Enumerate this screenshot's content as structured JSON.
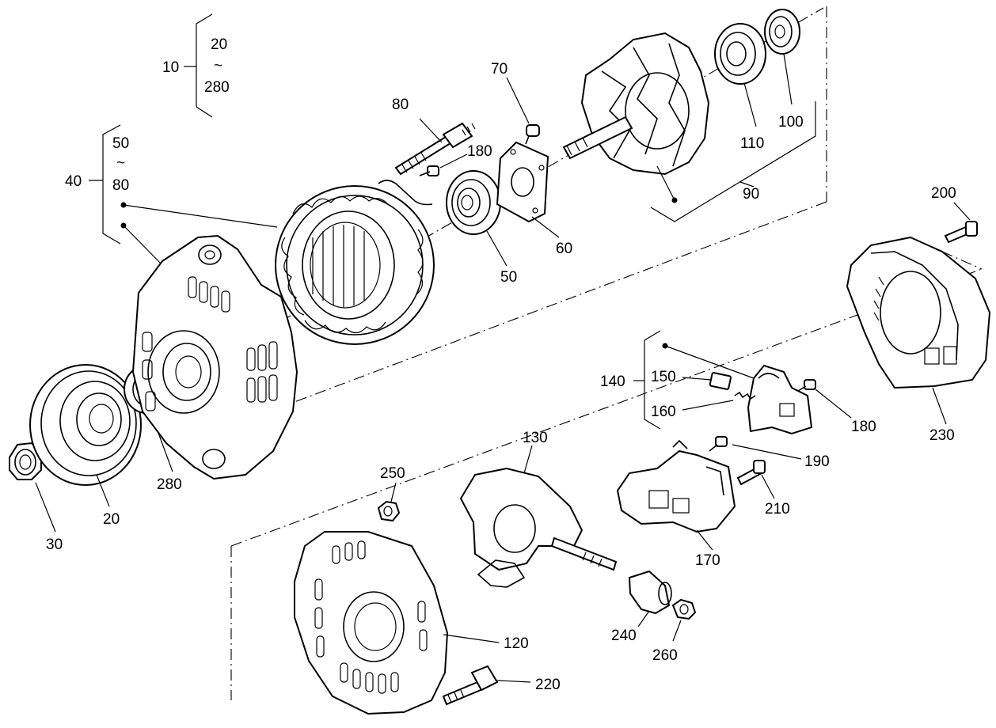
{
  "diagram": {
    "groups": {
      "g10": {
        "ref": "10",
        "from": "20",
        "tilde": "~",
        "to": "280"
      },
      "g40": {
        "ref": "40",
        "from": "50",
        "tilde": "~",
        "to": "80"
      },
      "g140": {
        "ref": "140"
      }
    },
    "callouts": {
      "c20": "20",
      "c30": "30",
      "c50": "50",
      "c60": "60",
      "c70": "70",
      "c80": "80",
      "c90": "90",
      "c100": "100",
      "c110": "110",
      "c120": "120",
      "c130": "130",
      "c150": "150",
      "c160": "160",
      "c170": "170",
      "c180a": "180",
      "c180b": "180",
      "c190": "190",
      "c200": "200",
      "c210": "210",
      "c220": "220",
      "c230": "230",
      "c240": "240",
      "c250": "250",
      "c260": "260",
      "c280": "280"
    }
  }
}
